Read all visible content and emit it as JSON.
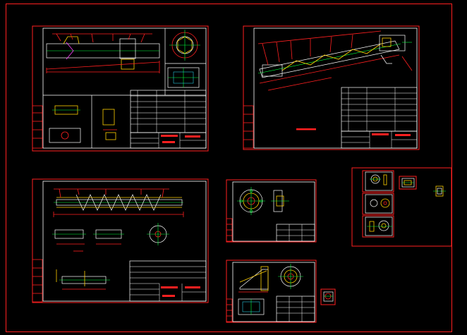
{
  "drawing": {
    "background": "#000000",
    "colors": {
      "border": "#ff2020",
      "frame": "#ffffff",
      "dimension": "#ff2020",
      "centerline": "#00ff3c",
      "detail": "#ffd000",
      "hatch": "#26c6da",
      "highlight": "#ff40ff"
    },
    "sheets": [
      {
        "id": "sheet-assembly-top",
        "content": "screw-conveyor-assembly-side-view"
      },
      {
        "id": "sheet-assembly-inclined",
        "content": "inclined-screw-conveyor-assembly"
      },
      {
        "id": "sheet-screw-shaft",
        "content": "screw-shaft-part-drawing"
      },
      {
        "id": "sheet-flange",
        "content": "flange-part-drawing"
      },
      {
        "id": "sheet-bracket",
        "content": "bracket-part-drawing"
      },
      {
        "id": "group-small-parts",
        "content": "small-part-drawings"
      }
    ]
  }
}
